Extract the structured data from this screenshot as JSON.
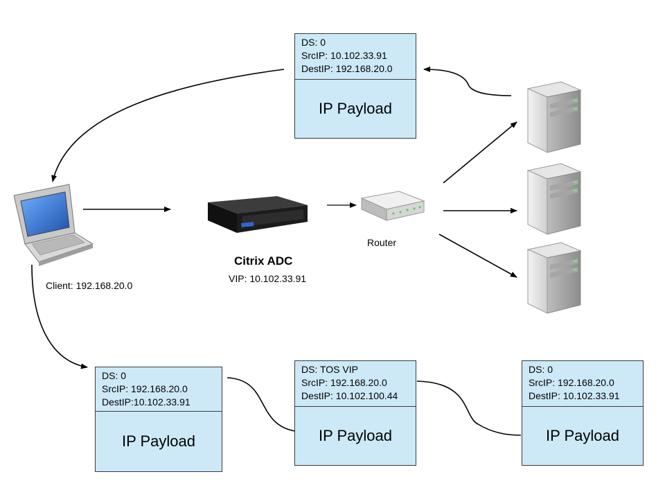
{
  "nodes": {
    "client_label": "Client: 192.168.20.0",
    "adc_name": "Citrix ADC",
    "adc_vip": "VIP: 10.102.33.91",
    "router_label": "Router"
  },
  "packets": {
    "response": {
      "ds": "DS: 0",
      "src": "SrcIP: 10.102.33.91",
      "dest": "DestIP: 192.168.20.0",
      "payload": "IP Payload"
    },
    "client_request": {
      "ds": "DS: 0",
      "src": "SrcIP: 192.168.20.0",
      "dest": "DestIP:10.102.33.91",
      "payload": "IP Payload"
    },
    "adc_forward": {
      "ds": "DS: TOS VIP",
      "src": "SrcIP: 192.168.20.0",
      "dest": "DestIP: 10.102.100.44",
      "payload": "IP Payload"
    },
    "server_side": {
      "ds": "DS: 0",
      "src": "SrcIP: 192.168.20.0",
      "dest": "DestIP: 10.102.33.91",
      "payload": "IP Payload"
    }
  },
  "colors": {
    "packet_fill": "#cde9f8",
    "adc_body": "#1a1a1a",
    "laptop_screen": "#2f6fd1"
  },
  "icons": [
    "laptop-icon",
    "citrix-adc-appliance-icon",
    "router-icon",
    "server-icon"
  ]
}
